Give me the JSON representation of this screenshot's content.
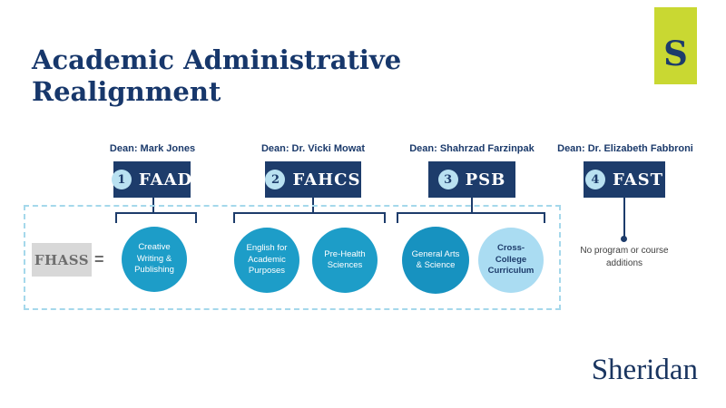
{
  "title": "Academic Administrative Realignment",
  "brand": {
    "badge_letter": "S",
    "wordmark": "Sheridan",
    "badge_color": "#c9d832",
    "navy": "#1d3c6b"
  },
  "colors": {
    "teal_circle": "#1d9dc8",
    "dark_teal_circle": "#1792c0",
    "light_blue_circle": "#aadcf2",
    "dashed_border": "#a5d8eb",
    "legacy_gray": "#d8d8d8"
  },
  "legend": {
    "label": "FHASS",
    "equals": "="
  },
  "faculties": [
    {
      "number": "1",
      "code": "FAAD",
      "dean": "Dean: Mark Jones",
      "programs": [
        "Creative Writing & Publishing"
      ]
    },
    {
      "number": "2",
      "code": "FAHCS",
      "dean": "Dean: Dr. Vicki Mowat",
      "programs": [
        "English for Academic Purposes",
        "Pre-Health Sciences"
      ]
    },
    {
      "number": "3",
      "code": "PSB",
      "dean": "Dean: Shahrzad Farzinpak",
      "programs": [
        "General Arts & Science",
        "Cross-College Curriculum"
      ]
    },
    {
      "number": "4",
      "code": "FAST",
      "dean": "Dean: Dr. Elizabeth Fabbroni",
      "programs": [],
      "note": "No program or course additions"
    }
  ]
}
